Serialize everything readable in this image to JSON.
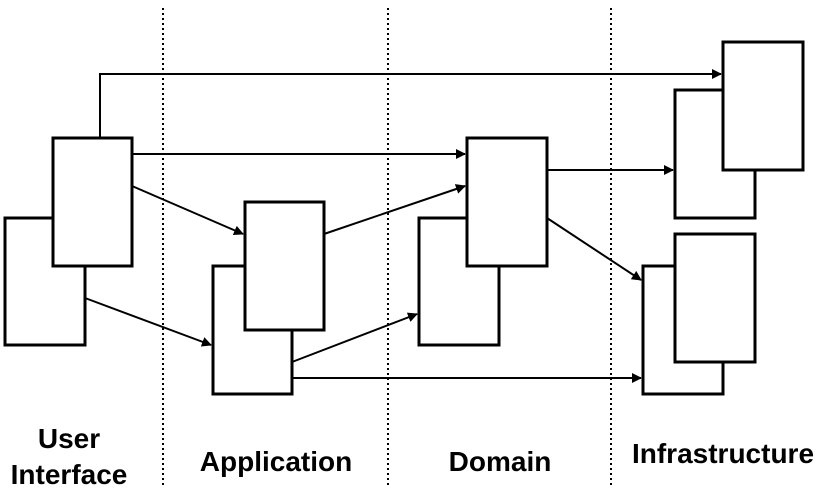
{
  "layers": [
    {
      "id": "user-interface",
      "lines": [
        "User",
        "Interface"
      ]
    },
    {
      "id": "application",
      "lines": [
        "Application"
      ]
    },
    {
      "id": "domain",
      "lines": [
        "Domain"
      ]
    },
    {
      "id": "infrastructure",
      "lines": [
        "Infrastructure"
      ]
    }
  ]
}
